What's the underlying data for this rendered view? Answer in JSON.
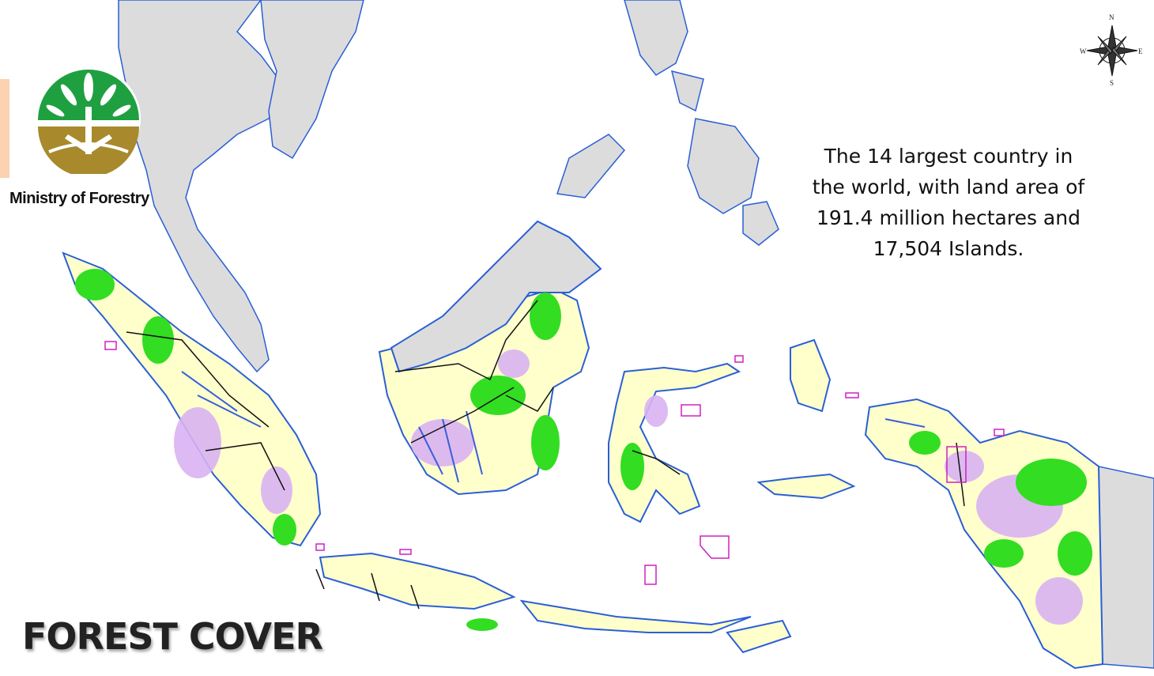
{
  "organization": {
    "name": "Ministry of Forestry"
  },
  "map": {
    "description_lines": [
      "The 14 largest country in",
      "the world, with land area of",
      "191.4 million hectares and",
      "17,504 Islands."
    ],
    "title": "FOREST COVER"
  },
  "compass": {
    "n": "N",
    "s": "S",
    "e": "E",
    "w": "W"
  },
  "colors": {
    "ocean": "#ffffff",
    "land_other": "#dcdcdc",
    "coast": "#2a5fd6",
    "forest_green": "#33dd22",
    "forest_yellow": "#ffff99",
    "forest_lilac": "#d9b3f2",
    "logo_green": "#1fa040",
    "logo_brown": "#a88a2c"
  }
}
